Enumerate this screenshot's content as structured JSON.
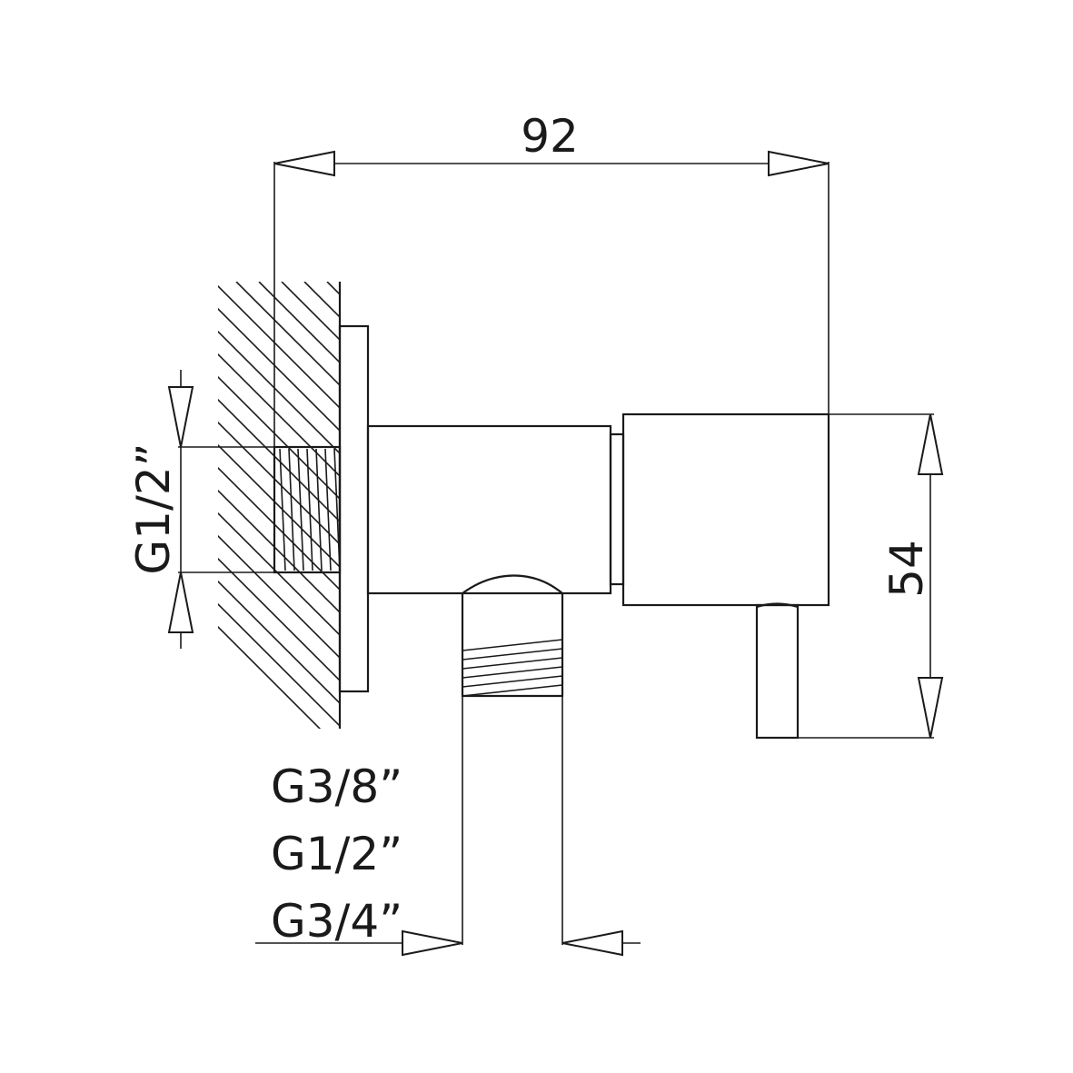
{
  "dimensions": {
    "width": "92",
    "height": "54",
    "inlet_thread": "G1/2”",
    "outlet_threads": [
      "G3/8”",
      "G1/2”",
      "G3/4”"
    ]
  },
  "colors": {
    "line": "#1a1a1a",
    "background": "#ffffff"
  }
}
